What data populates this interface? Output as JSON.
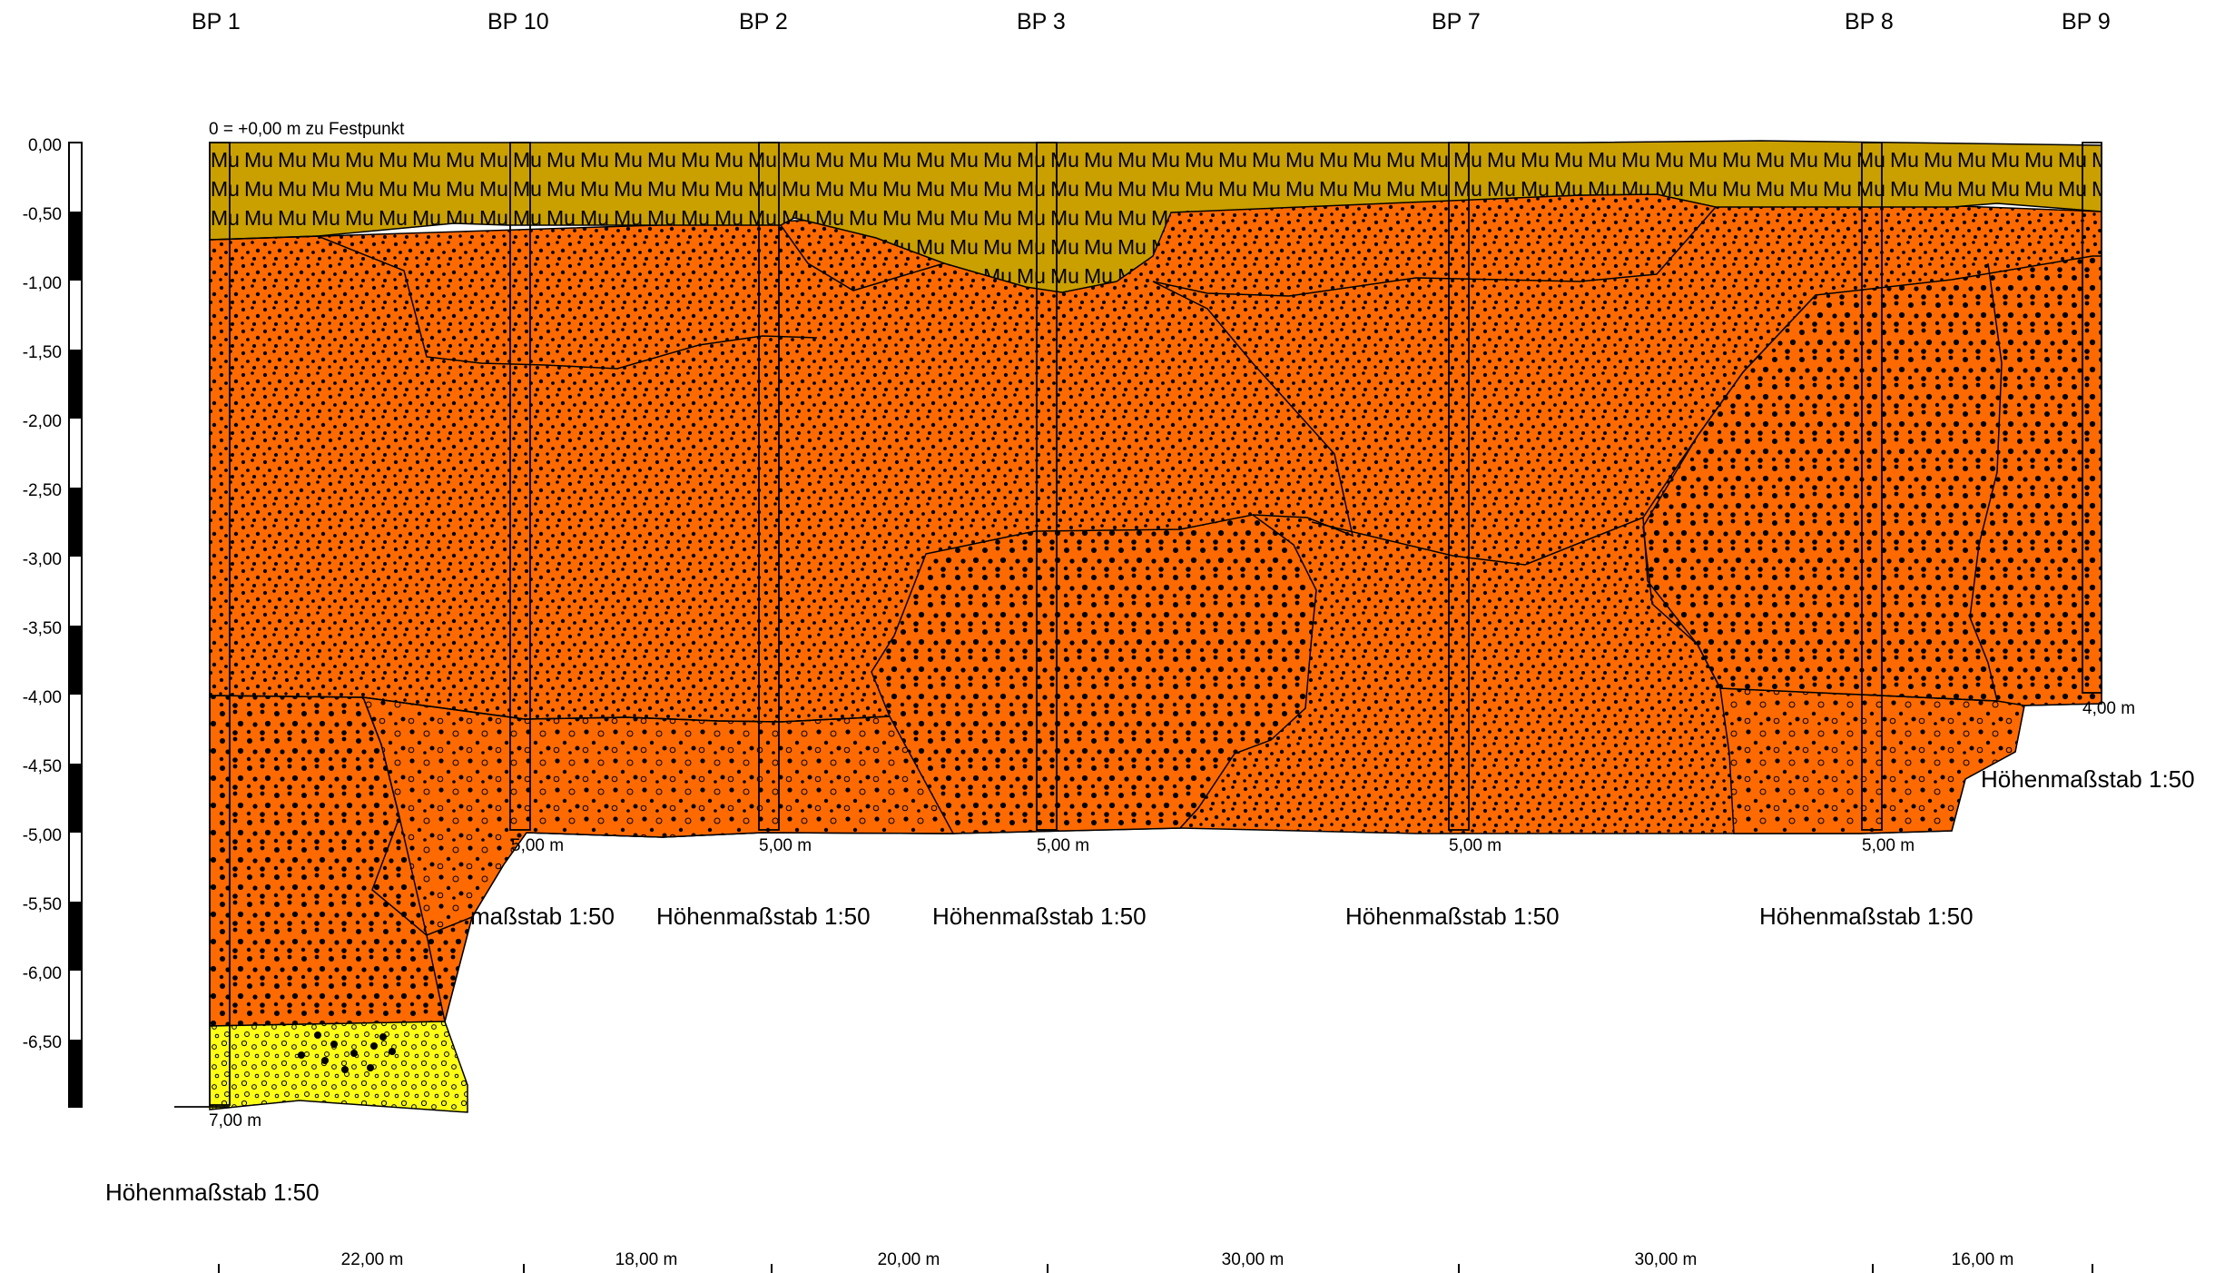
{
  "boreholes": [
    {
      "name": "BP 1",
      "depth_label": "7,00 m"
    },
    {
      "name": "BP 10",
      "depth_label": "5,00 m"
    },
    {
      "name": "BP 2",
      "depth_label": "5,00 m"
    },
    {
      "name": "BP 3",
      "depth_label": "5,00 m"
    },
    {
      "name": "BP 7",
      "depth_label": "5,00 m"
    },
    {
      "name": "BP 8",
      "depth_label": "5,00 m"
    },
    {
      "name": "BP 9",
      "depth_label": "4,00 m"
    }
  ],
  "reference_label": "0 = +0,00 m zu Festpunkt",
  "depth_scale": [
    "0,00",
    "-0,50",
    "-1,00",
    "-1,50",
    "-2,00",
    "-2,50",
    "-3,00",
    "-3,50",
    "-4,00",
    "-4,50",
    "-5,00",
    "-5,50",
    "-6,00",
    "-6,50"
  ],
  "scale_label": "Höhenmaßstab 1:50",
  "scale_label_partial": "maßstab 1:50",
  "distances": [
    "22,00 m",
    "18,00 m",
    "20,00 m",
    "30,00 m",
    "30,00 m",
    "16,00 m"
  ],
  "fill_code": "Mu",
  "colors": {
    "topsoil": "#c9a000",
    "gravel": "#ff6a00",
    "sand": "#ffff14",
    "line": "#000000"
  }
}
